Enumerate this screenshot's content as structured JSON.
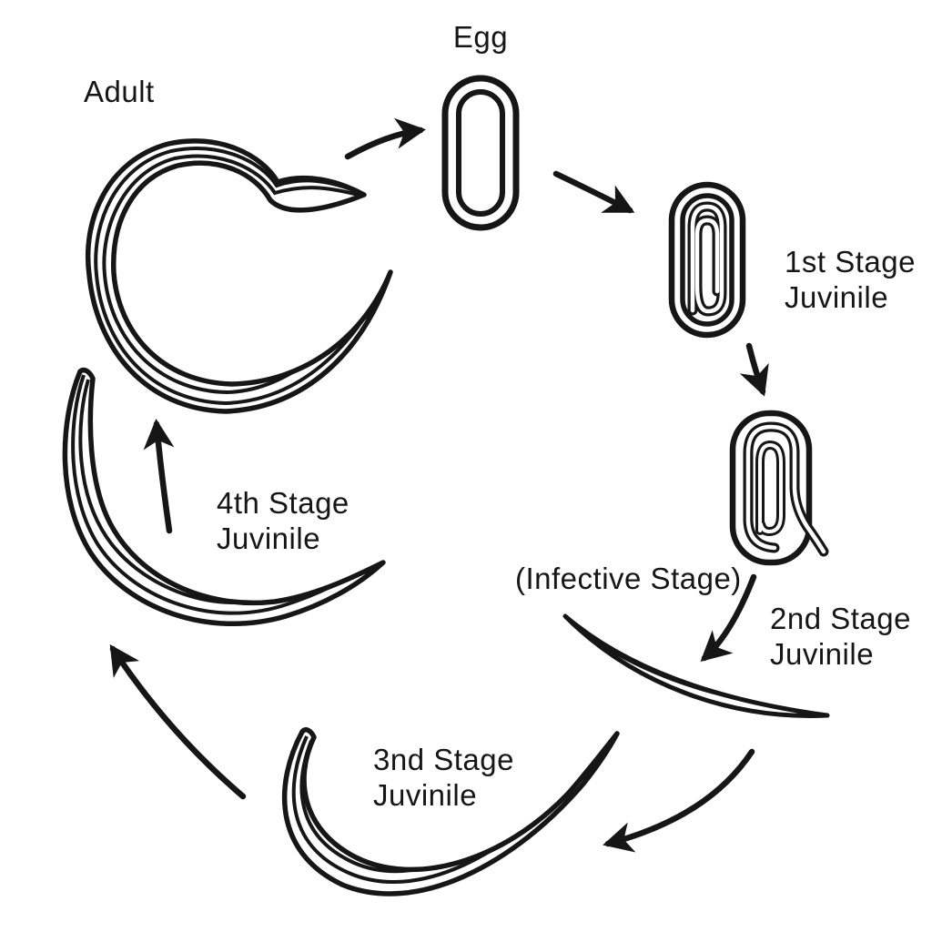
{
  "diagram": {
    "background_color": "#ffffff",
    "line_color": "#161616",
    "stages": [
      {
        "id": "egg",
        "label_lines": [
          "Egg"
        ]
      },
      {
        "id": "first-stage-juvenile",
        "label_lines": [
          "1st Stage",
          "Juvinile"
        ]
      },
      {
        "id": "second-stage-juvenile",
        "label_lines": [
          "2nd Stage",
          "Juvinile"
        ],
        "annotation": "(Infective Stage)"
      },
      {
        "id": "third-stage-juvenile",
        "label_lines": [
          "3nd Stage",
          "Juvinile"
        ]
      },
      {
        "id": "fourth-stage-juvenile",
        "label_lines": [
          "4th Stage",
          "Juvinile"
        ]
      },
      {
        "id": "adult",
        "label_lines": [
          "Adult"
        ]
      }
    ]
  }
}
